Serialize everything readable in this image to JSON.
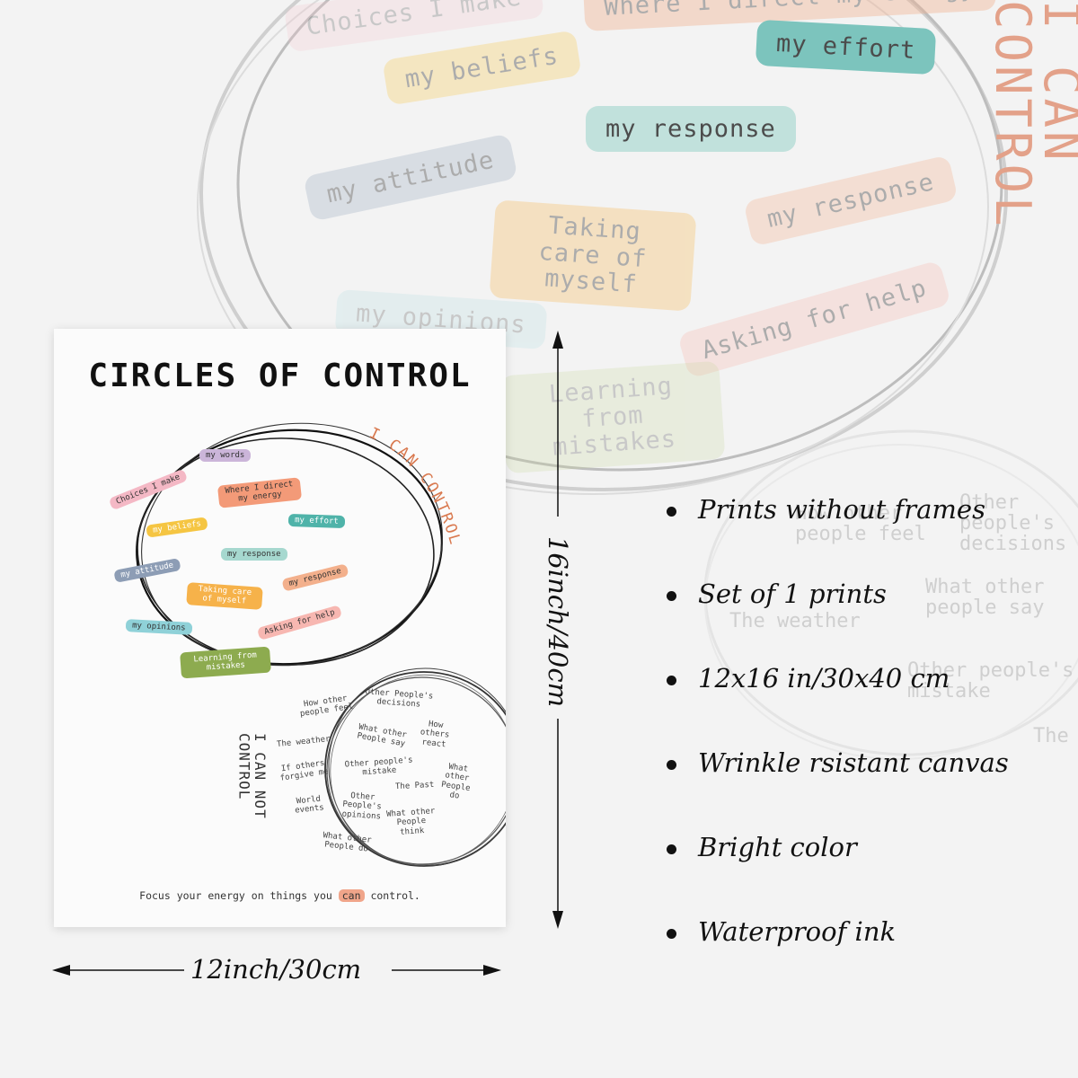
{
  "background_zoom": {
    "label": "I CAN CONTROL",
    "chips": [
      {
        "text": "Choices I make",
        "color": "#f4c7cf",
        "style": "vfaded"
      },
      {
        "text": "Where I direct my energy",
        "color": "#f1b393",
        "style": "faded"
      },
      {
        "text": "my beliefs",
        "color": "#f6d57d",
        "style": "faded"
      },
      {
        "text": "my effort",
        "color": "#7cc4bd",
        "style": ""
      },
      {
        "text": "my response",
        "color": "#c1e1dc",
        "style": ""
      },
      {
        "text": "my attitude",
        "color": "#b3bfce",
        "style": "faded"
      },
      {
        "text": "my response",
        "color": "#f3c3a9",
        "style": "faded"
      },
      {
        "text": "Taking care of myself",
        "color": "#f6c77d",
        "style": "faded"
      },
      {
        "text": "Asking for help",
        "color": "#f7c9c2",
        "style": "faded"
      },
      {
        "text": "my opinions",
        "color": "#b5dee2",
        "style": "vfaded"
      },
      {
        "text": "Learning from mistakes",
        "color": "#c9d89e",
        "style": "vfaded"
      }
    ],
    "ghost_texts": [
      "Other people's decisions",
      "How other people feel",
      "What other people say",
      "The weather",
      "Other people's mistake",
      "The past"
    ]
  },
  "poster": {
    "title": "CIRCLES OF CONTROL",
    "can_label": "I CAN CONTROL",
    "cannot_label": "I CAN NOT CONTROL",
    "can_items": [
      {
        "text": "my words",
        "color": "#cbb5d9",
        "text_color": "#333"
      },
      {
        "text": "Choices I make",
        "color": "#f4b8c5",
        "text_color": "#333"
      },
      {
        "text": "Where I direct my energy",
        "color": "#f39a78",
        "text_color": "#333"
      },
      {
        "text": "my beliefs",
        "color": "#f5c542",
        "text_color": "#fff"
      },
      {
        "text": "my effort",
        "color": "#4fb3a9",
        "text_color": "#fff"
      },
      {
        "text": "my response",
        "color": "#a6d8cf",
        "text_color": "#333"
      },
      {
        "text": "my attitude",
        "color": "#8d9db5",
        "text_color": "#fff"
      },
      {
        "text": "Taking care of myself",
        "color": "#f6b24a",
        "text_color": "#fff"
      },
      {
        "text": "my response",
        "color": "#f3b08c",
        "text_color": "#333"
      },
      {
        "text": "my opinions",
        "color": "#8fd1d8",
        "text_color": "#333"
      },
      {
        "text": "Asking for help",
        "color": "#f7b7b1",
        "text_color": "#333"
      },
      {
        "text": "Learning from mistakes",
        "color": "#8dab4f",
        "text_color": "#fff"
      }
    ],
    "cannot_items": [
      "How other people feel",
      "Other People's decisions",
      "The weather",
      "What other People say",
      "How others react",
      "If others forgive me",
      "Other people's mistake",
      "What other People do",
      "The Past",
      "World events",
      "Other People's opinions",
      "What other People think",
      "What other People do"
    ],
    "footer_before": "Focus your energy on things you",
    "footer_highlight": "can",
    "footer_after": "control."
  },
  "dimensions": {
    "height": "16inch/40cm",
    "width": "12inch/30cm"
  },
  "features": [
    "Prints without frames",
    "Set of 1 prints",
    "12x16 in/30x40 cm",
    "Wrinkle rsistant canvas",
    "Bright color",
    "Waterproof ink"
  ]
}
